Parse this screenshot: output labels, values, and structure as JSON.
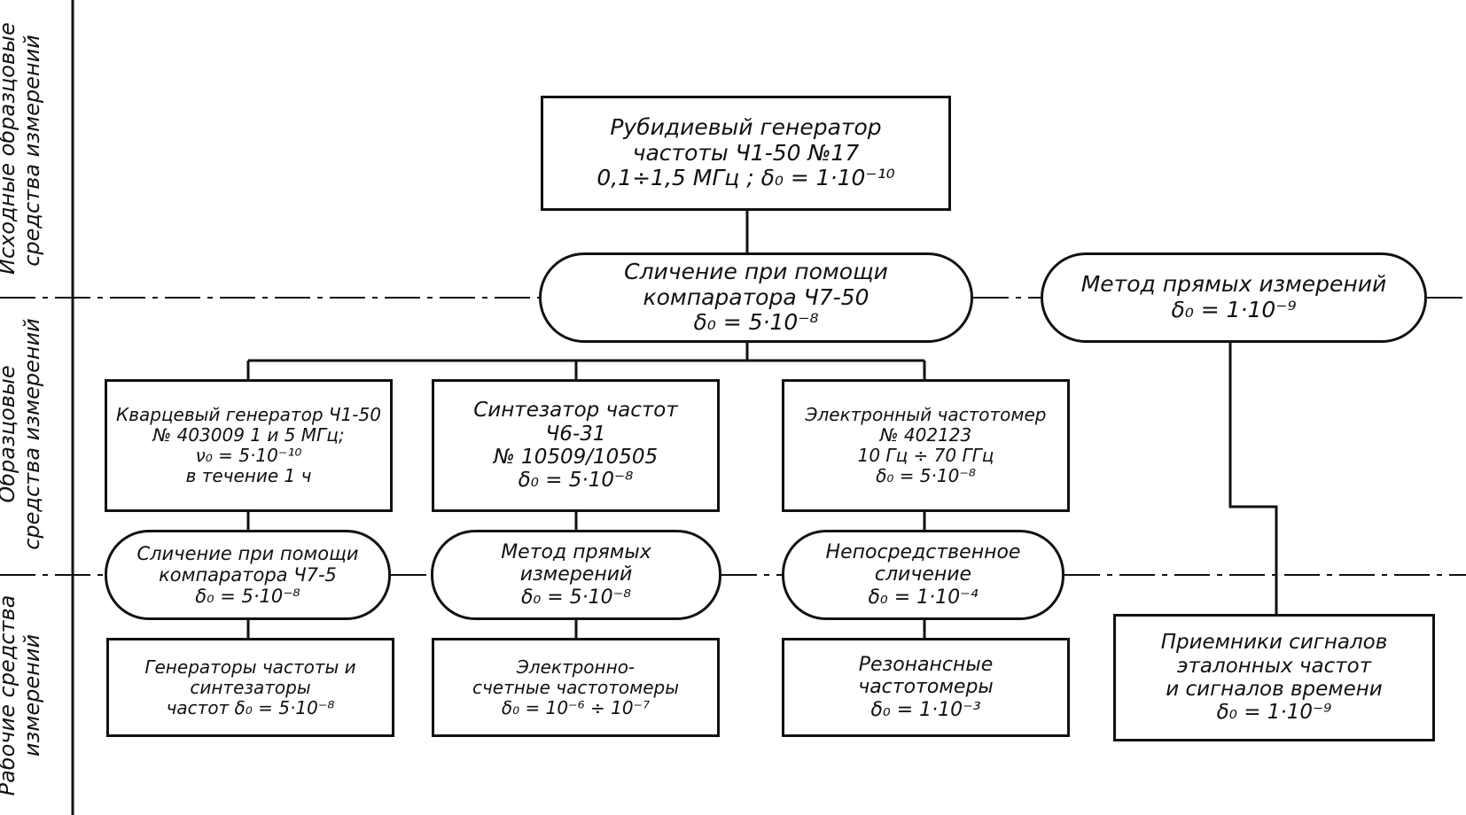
{
  "side_labels": {
    "top": [
      "Исходные образцовые",
      "средства измерений"
    ],
    "middle": [
      "Образцовые",
      "средства измерений"
    ],
    "bottom": [
      "Рабочие средства",
      "измерений"
    ]
  },
  "nodes": {
    "rubidium": [
      "Рубидиевый генератор",
      "частоты Ч1-50 №17",
      "0,1÷1,5 МГц ;   δ₀ = 1·10⁻¹⁰"
    ],
    "comp_top": [
      "Сличение при помощи",
      "компаратора Ч7-50",
      "δ₀ = 5·10⁻⁸"
    ],
    "direct_top": [
      "Метод прямых измерений",
      "δ₀ = 1·10⁻⁹"
    ],
    "quartz": [
      "Кварцевый генератор Ч1-50",
      "№ 403009  1 и 5 МГц;",
      "ν₀ = 5·10⁻¹⁰",
      "в течение 1 ч"
    ],
    "synth": [
      "Синтезатор частот",
      "Ч6-31",
      "№ 10509/10505",
      "δ₀ = 5·10⁻⁸"
    ],
    "counter": [
      "Электронный частотомер",
      "№ 402123",
      "10 Гц ÷ 70 ГГц",
      "δ₀ = 5·10⁻⁸"
    ],
    "comp_mid": [
      "Сличение при помощи",
      "компаратора Ч7-5",
      "δ₀ = 5·10⁻⁸"
    ],
    "direct_mid": [
      "Метод прямых",
      "измерений",
      "δ₀ = 5·10⁻⁸"
    ],
    "immediate": [
      "Непосредственное",
      "сличение",
      "δ₀ = 1·10⁻⁴"
    ],
    "gens": [
      "Генераторы частоты и",
      "синтезаторы",
      "частот  δ₀ = 5·10⁻⁸"
    ],
    "counters": [
      "Электронно-",
      "счетные частотомеры",
      "δ₀ = 10⁻⁶ ÷ 10⁻⁷"
    ],
    "resonant": [
      "Резонансные",
      "частотомеры",
      "δ₀ = 1·10⁻³"
    ],
    "receivers": [
      "Приемники сигналов",
      "эталонных частот",
      "и сигналов времени",
      "δ₀ = 1·10⁻⁹"
    ]
  }
}
